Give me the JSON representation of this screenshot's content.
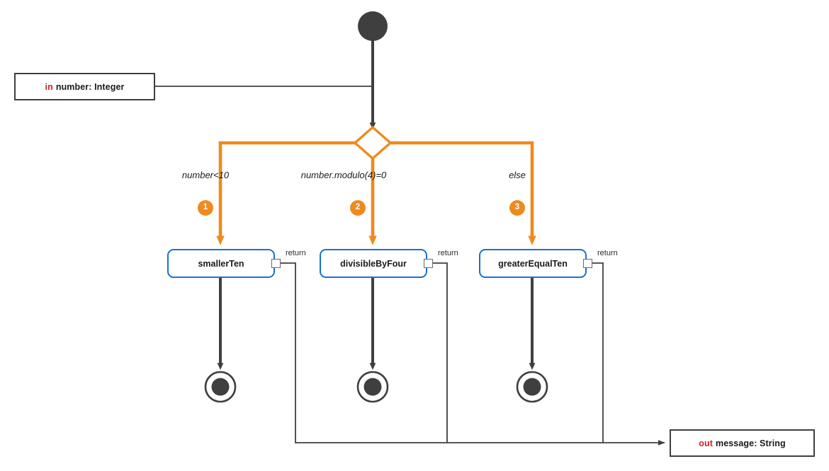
{
  "diagram": {
    "type": "uml-activity-diagram",
    "title": "",
    "colors": {
      "flow_dark": "#3f3f3f",
      "branch_orange": "#ef8a1e",
      "action_border_blue": "#1a6fd4",
      "param_direction_red": "#d02020",
      "pin_border_gray": "#6b6b6b",
      "background": "#ffffff"
    },
    "parameters": {
      "input": {
        "direction": "in",
        "label": "number: Integer"
      },
      "output": {
        "direction": "out",
        "label": "message: String"
      }
    },
    "initial_node": {
      "name": "initial-node"
    },
    "decision": {
      "name": "decision-diamond",
      "branch_count": 3
    },
    "branches": [
      {
        "badge": "1",
        "guard": "number<10",
        "action": "smallerTen",
        "pin_label": "return"
      },
      {
        "badge": "2",
        "guard": "number.modulo(4)=0",
        "action": "divisibleByFour",
        "pin_label": "return"
      },
      {
        "badge": "3",
        "guard": "else",
        "action": "greaterEqualTen",
        "pin_label": "return"
      }
    ],
    "final_nodes": [
      {
        "name": "activity-final-1"
      },
      {
        "name": "activity-final-2"
      },
      {
        "name": "activity-final-3"
      }
    ]
  }
}
